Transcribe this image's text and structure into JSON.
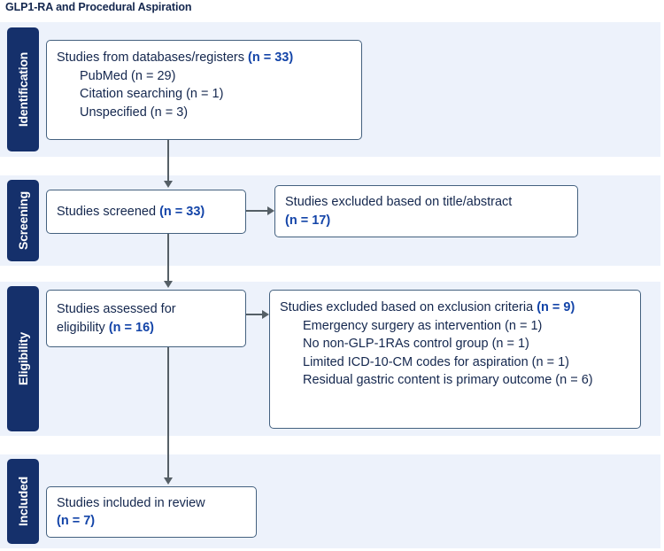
{
  "title": "GLP1-RA and Procedural Aspiration",
  "stages": [
    {
      "key": "identification",
      "label": "Identification"
    },
    {
      "key": "screening",
      "label": "Screening"
    },
    {
      "key": "eligibility",
      "label": "Eligibility"
    },
    {
      "key": "included",
      "label": "Included"
    }
  ],
  "boxes": {
    "identification": {
      "heading": "Studies from databases/registers",
      "heading_n": "(n = 33)",
      "items": [
        {
          "text": "PubMed (n = 29)"
        },
        {
          "text": "Citation searching (n = 1)"
        },
        {
          "text": "Unspecified (n = 3)"
        }
      ]
    },
    "screened": {
      "text": "Studies screened",
      "n": "(n = 33)"
    },
    "excluded_title_abstract": {
      "text": "Studies excluded based on title/abstract",
      "n": "(n = 17)"
    },
    "eligibility": {
      "line1": "Studies assessed for",
      "line2": "eligibility",
      "n": "(n = 16)"
    },
    "excluded_criteria": {
      "heading": "Studies excluded based on exclusion criteria",
      "heading_n": "(n = 9)",
      "items": [
        {
          "text": "Emergency surgery as intervention (n = 1)"
        },
        {
          "text": "No non-GLP-1RAs control group (n = 1)"
        },
        {
          "text": "Limited ICD-10-CM codes for aspiration (n = 1)"
        },
        {
          "text": "Residual gastric content is primary outcome (n = 6)"
        }
      ]
    },
    "included": {
      "text": "Studies included in review",
      "n": "(n = 7)"
    }
  },
  "colors": {
    "stage_tab": "#15306b",
    "band": "#edf2fb",
    "box_border": "#44617f",
    "text": "#14274e",
    "accent_number": "#1344a8",
    "connector": "#555f66"
  }
}
